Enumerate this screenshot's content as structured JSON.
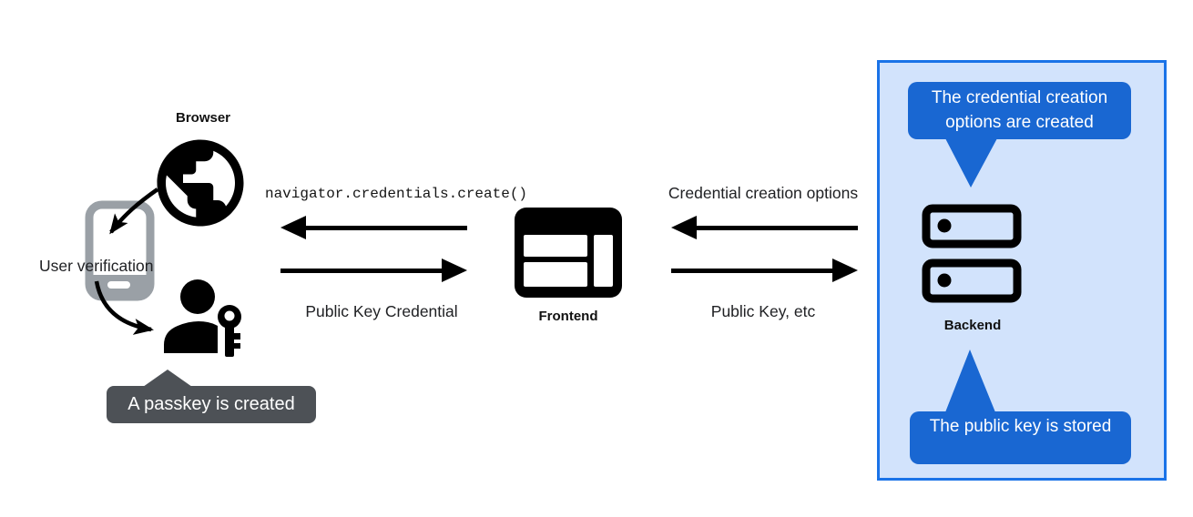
{
  "colors": {
    "ink": "#000000",
    "label_text": "#202124",
    "phone_gray": "#9aa0a6",
    "gray_callout_bg": "#4d5156",
    "blue_callout_bg": "#1967d2",
    "panel_bg": "#d2e3fc",
    "panel_border": "#1a73e8",
    "callout_text": "#ffffff"
  },
  "browser_group": {
    "browser_label": "Browser",
    "user_verification_label": "User verification",
    "passkey_callout_text": "A passkey is created",
    "icons": [
      "globe-icon",
      "smartphone-icon",
      "person-key-icon"
    ]
  },
  "frontend_group": {
    "frontend_label": "Frontend",
    "icon": "browser-window-icon"
  },
  "browser_frontend_flow": {
    "to_browser_label": "navigator.credentials.create()",
    "to_frontend_label": "Public Key Credential"
  },
  "frontend_backend_flow": {
    "to_frontend_label": "Credential creation options",
    "to_backend_label": "Public Key, etc"
  },
  "backend_panel": {
    "backend_label": "Backend",
    "top_callout_text": "The credential creation options are created",
    "bottom_callout_text": "The public key is stored",
    "icon": "server-stack-icon"
  }
}
